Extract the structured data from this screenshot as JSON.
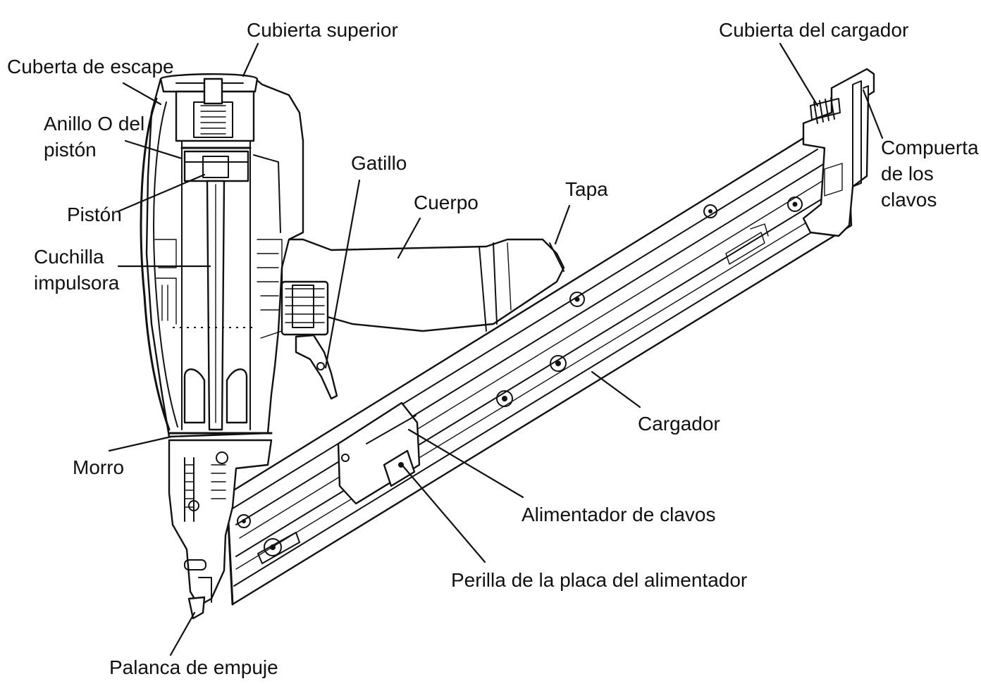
{
  "labels": {
    "cubierta_superior": "Cubierta superior",
    "cubierta_cargador": "Cubierta del cargador",
    "cubierta_escape": "Cuberta de escape",
    "anillo_o_piston": [
      "Anillo O del",
      "pistón"
    ],
    "gatillo": "Gatillo",
    "compuerta_clavos": [
      "Compuerta",
      "de los",
      "clavos"
    ],
    "cuerpo": "Cuerpo",
    "tapa": "Tapa",
    "piston": "Pistón",
    "cuchilla_impulsora": [
      "Cuchilla",
      "impulsora"
    ],
    "cargador": "Cargador",
    "morro": "Morro",
    "alimentador_clavos": "Alimentador de clavos",
    "perilla_placa": "Perilla de la placa del alimentador",
    "palanca_empuje": "Palanca de empuje"
  }
}
